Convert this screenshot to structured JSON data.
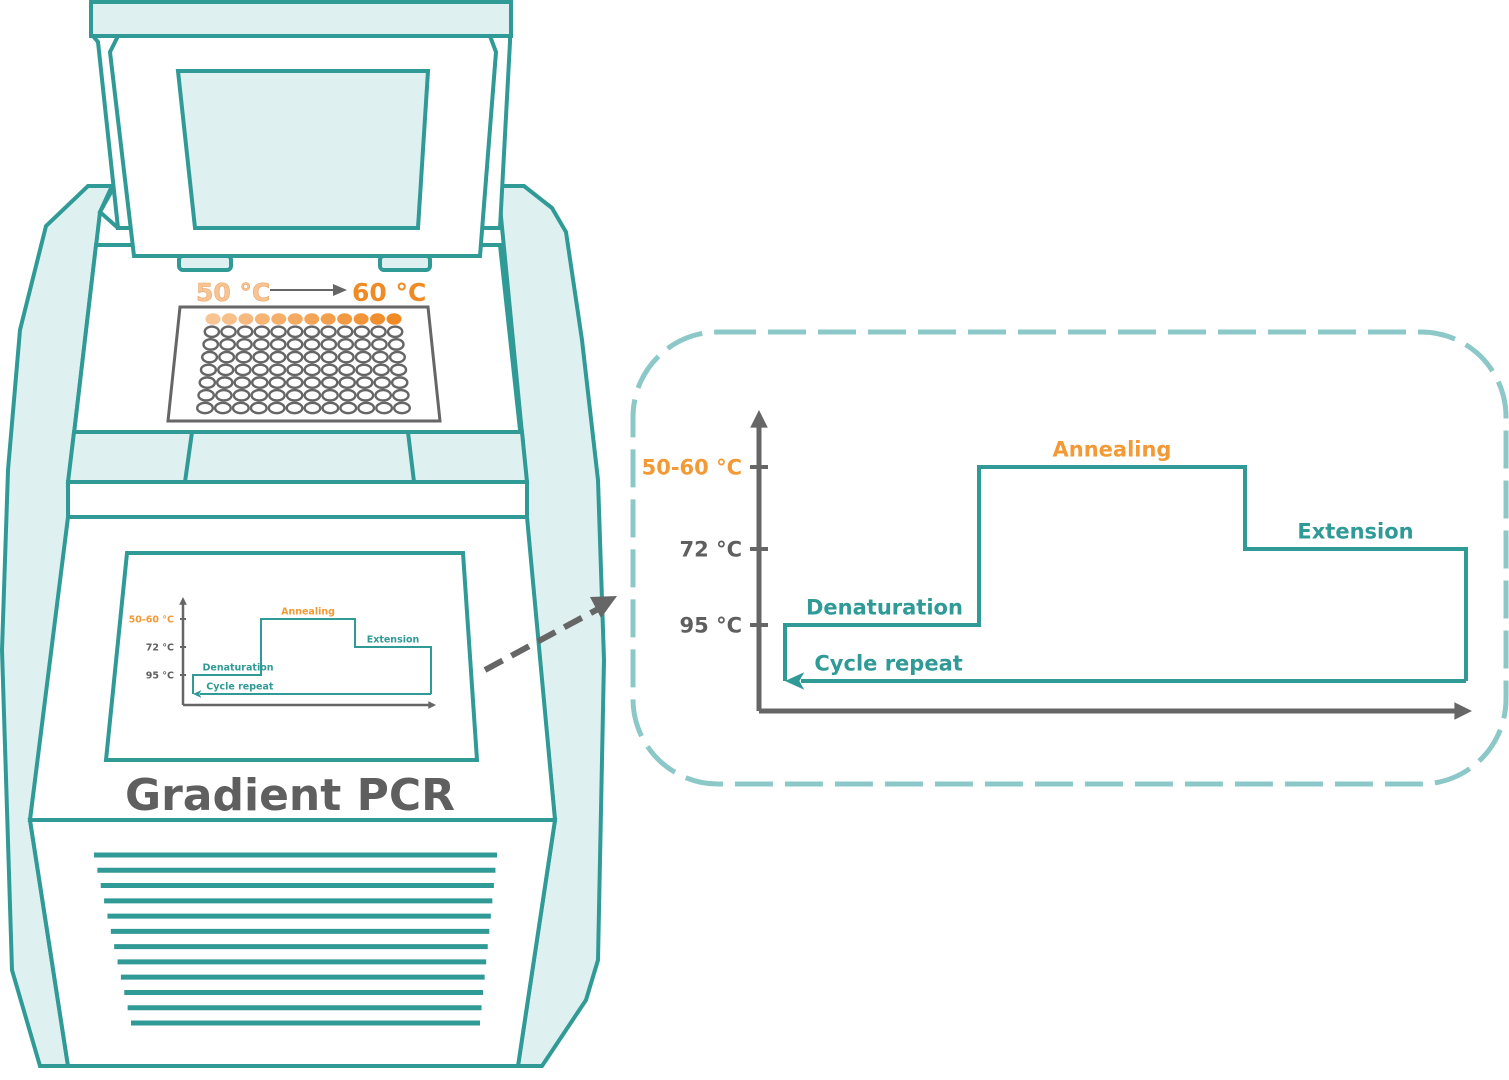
{
  "title": "Gradient PCR",
  "gradient": {
    "start_label": "50 °C",
    "end_label": "60 °C",
    "start_color": "#f8c493",
    "end_color": "#ef8a25"
  },
  "plate": {
    "rows": 8,
    "columns": 12,
    "heated_row": 1
  },
  "colors": {
    "teal": "#309a97",
    "pale_teal": "#dff0f0",
    "orange": "#f39a36",
    "grey": "#666666",
    "callout_border": "#8cc8c7"
  },
  "vent_slats": 12,
  "chart_data": {
    "type": "line",
    "title": "PCR thermal cycle",
    "xlabel": "",
    "ylabel": "",
    "y_ticks": [
      {
        "label": "95 °C",
        "value": 95,
        "color": "grey"
      },
      {
        "label": "72 °C",
        "value": 72,
        "color": "grey"
      },
      {
        "label": "50-60 °C",
        "value": 55,
        "color": "orange"
      }
    ],
    "steps": [
      {
        "name": "Denaturation",
        "temperature": 95,
        "color": "teal"
      },
      {
        "name": "Annealing",
        "temperature": 55,
        "color": "orange"
      },
      {
        "name": "Extension",
        "temperature": 72,
        "color": "teal"
      }
    ],
    "cycle_label": "Cycle repeat",
    "grid": false,
    "legend": "none"
  }
}
